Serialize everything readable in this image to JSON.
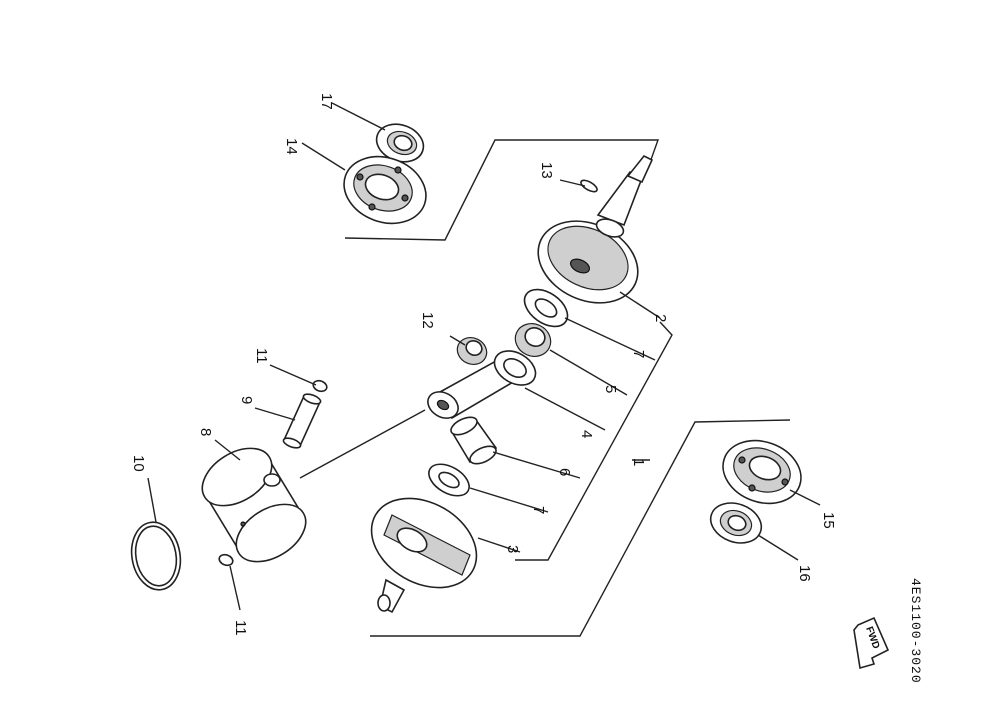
{
  "labels": {
    "p1": "1",
    "p2": "2",
    "p3": "3",
    "p4": "4",
    "p5": "5",
    "p6": "6",
    "p7a": "7",
    "p7b": "7",
    "p8": "8",
    "p9": "9",
    "p10": "10",
    "p11a": "11",
    "p11b": "11",
    "p12": "12",
    "p13": "13",
    "p14": "14",
    "p15": "15",
    "p16": "16",
    "p17": "17"
  },
  "diagram_code": "4ES1100-3020",
  "fwd_label": "FWD"
}
